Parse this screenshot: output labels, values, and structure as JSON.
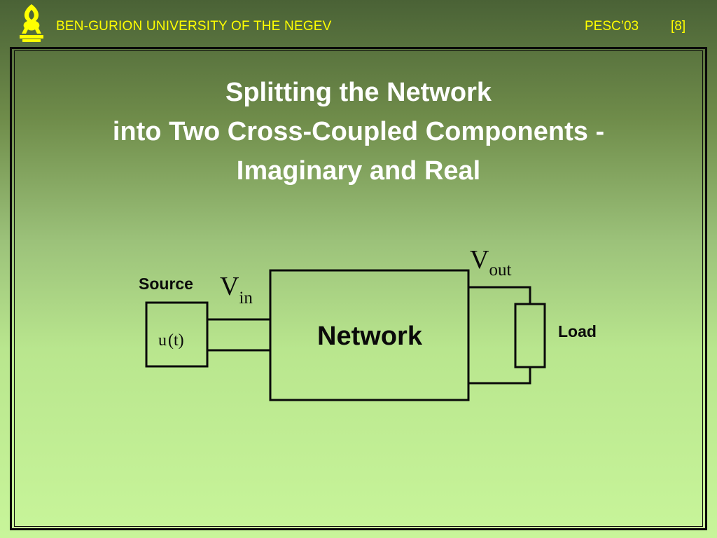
{
  "header": {
    "university": "BEN-GURION UNIVERSITY OF THE NEGEV",
    "conference": "PESC’03",
    "page": "[8]"
  },
  "title": {
    "line1": "Splitting the Network",
    "line2": "into Two Cross-Coupled Components -",
    "line3": "Imaginary and Real"
  },
  "diagram": {
    "source_label": "Source",
    "source_func": "u",
    "source_arg": "t",
    "vin_symbol": "V",
    "vin_sub": "in",
    "vout_symbol": "V",
    "vout_sub": "out",
    "network_label": "Network",
    "load_label": "Load"
  }
}
